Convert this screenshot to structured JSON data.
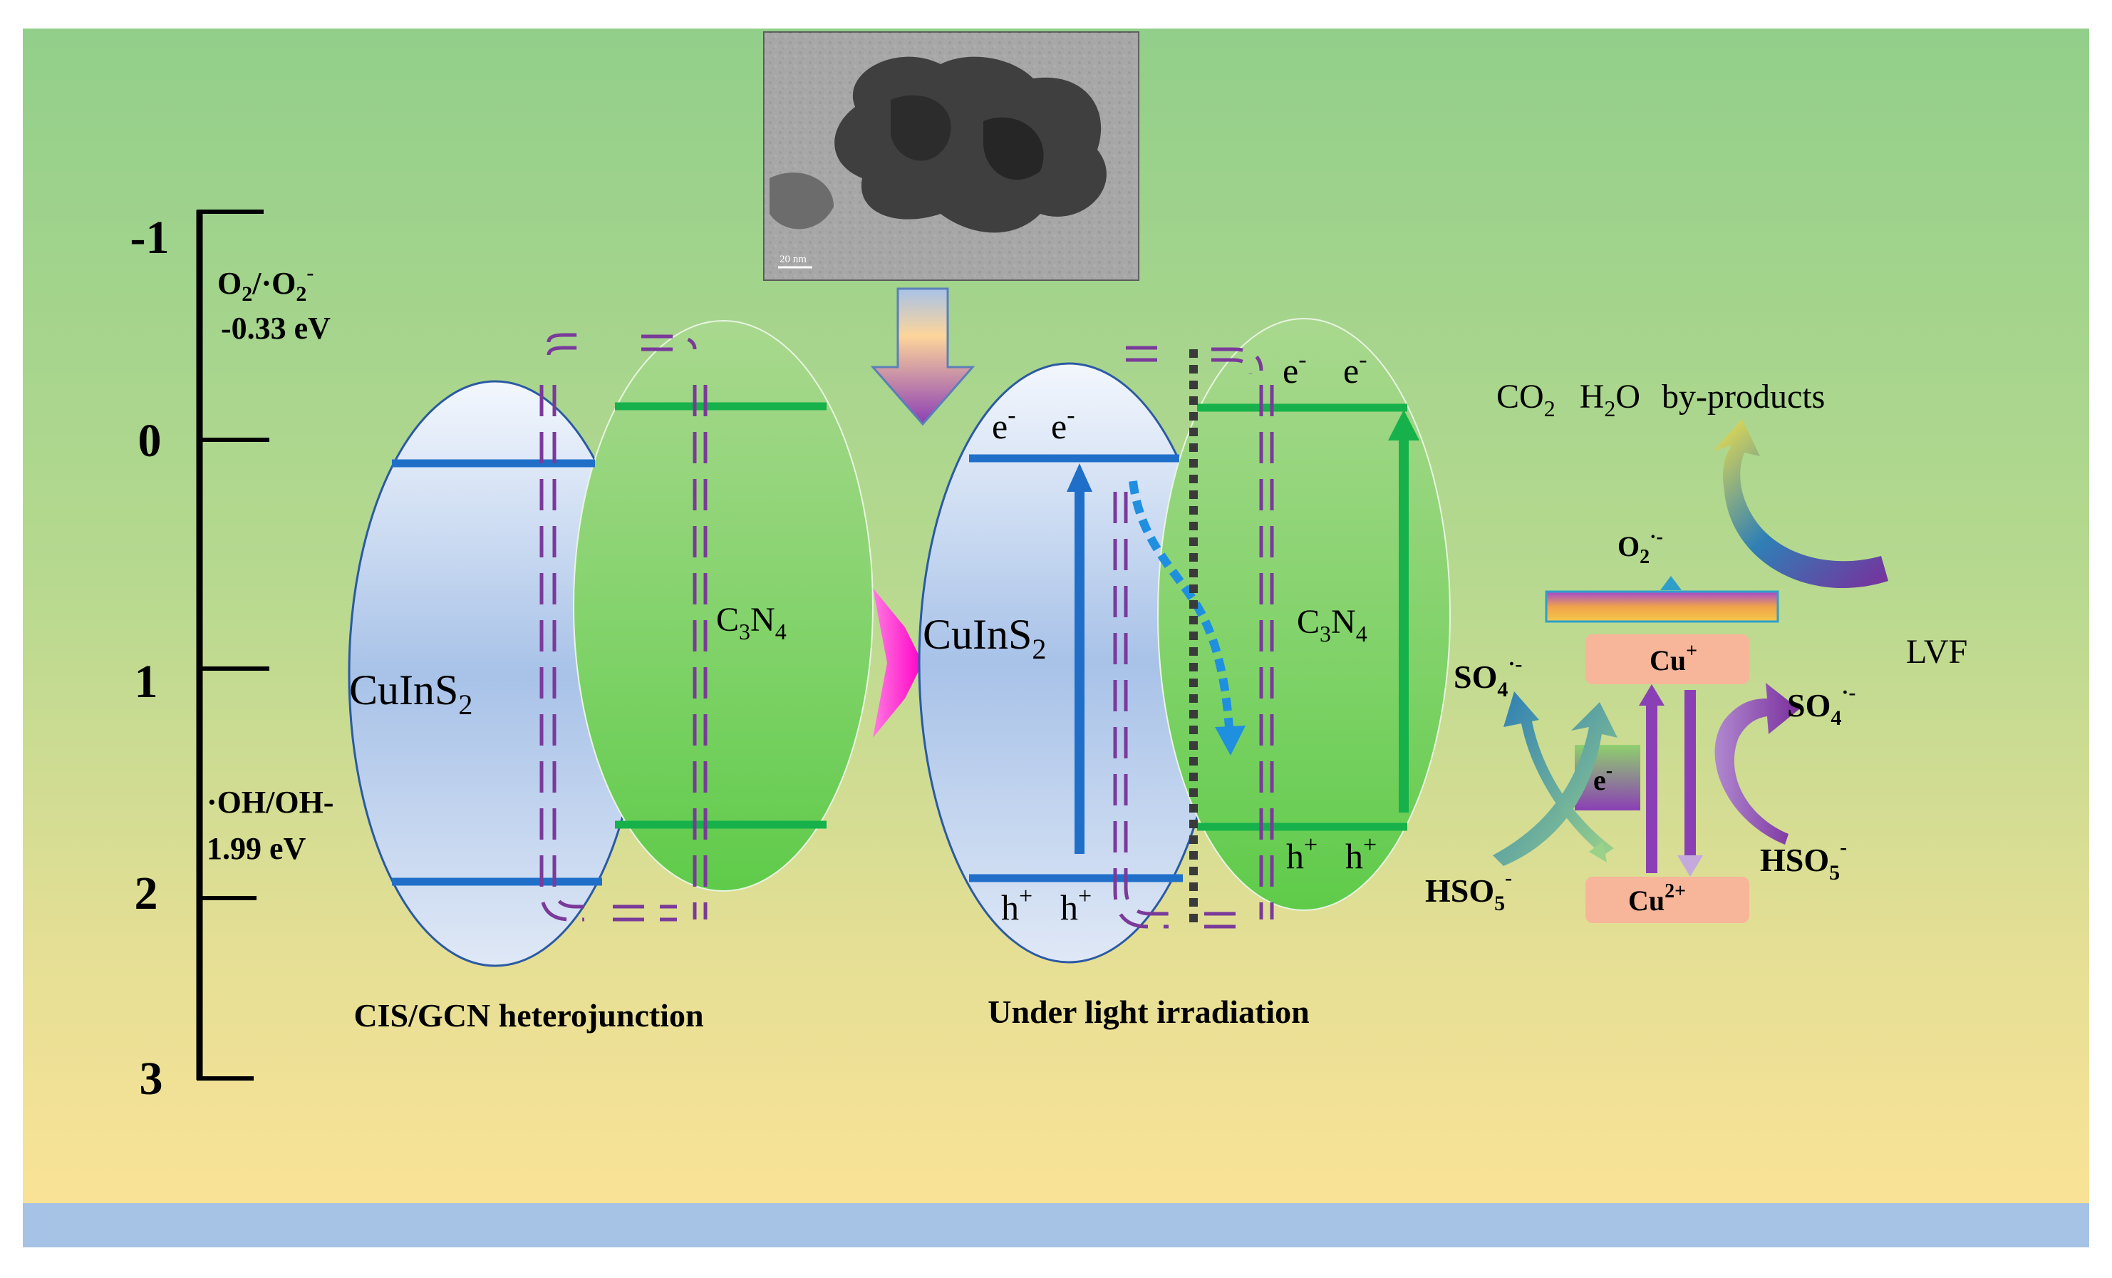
{
  "axis": {
    "ticks": [
      "-1",
      "0",
      "1",
      "2",
      "3"
    ]
  },
  "potentials": {
    "o2_label_main": "O",
    "o2_label_sub": "2",
    "o2_label_mid": "/·O",
    "o2_label_sub2": "2",
    "o2_label_sup": "-",
    "o2_value": "-0.33 eV",
    "oh_label": "·OH/OH-",
    "oh_value": "1.99 eV"
  },
  "left_panel": {
    "cis_label": "CuInS",
    "cis_sub": "2",
    "cn_label_c": "C",
    "cn_sub3": "3",
    "cn_label_n": "N",
    "cn_sub4": "4",
    "caption": "CIS/GCN heterojunction"
  },
  "right_panel": {
    "cis_label": "CuInS",
    "cis_sub": "2",
    "cn_label_c": "C",
    "cn_sub3": "3",
    "cn_label_n": "N",
    "cn_sub4": "4",
    "electron": "e",
    "electron_sup": "-",
    "hole": "h",
    "hole_sup": "+",
    "caption": "Under light irradiation"
  },
  "tem": {
    "scale_label": "20 nm"
  },
  "mechanism": {
    "products_co2": "CO",
    "products_co2_sub": "2",
    "products_h2o_h": "H",
    "products_h2o_sub": "2",
    "products_h2o_o": "O",
    "products_byproducts": "by-products",
    "superoxide": "O",
    "superoxide_sub": "2",
    "superoxide_sup": "·-",
    "lvf": "LVF",
    "cu_plus": "Cu",
    "cu_plus_sup": "+",
    "cu_2plus": "Cu",
    "cu_2plus_sup": "2+",
    "so4": "SO",
    "so4_sub": "4",
    "so4_sup": "·-",
    "hso5": "HSO",
    "hso5_sub": "5",
    "hso5_sup": "-",
    "electron": "e",
    "electron_sup": "-"
  },
  "colors": {
    "cb_line_cis": "#1f6fc9",
    "cb_line_cn": "#16b14a",
    "dashed_interface": "#7a3a9a",
    "pink_arrow": "#ff1fd0",
    "cu_box": "#f7b69a"
  }
}
